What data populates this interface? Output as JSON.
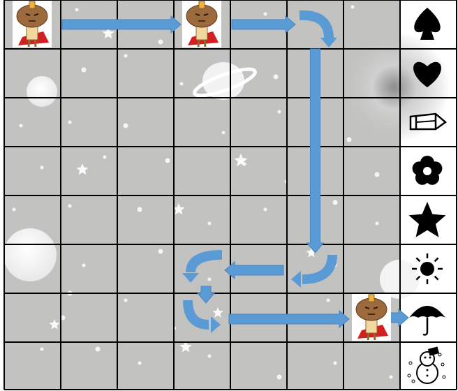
{
  "board": {
    "rows": 8,
    "columns": 8,
    "background_color": "#c2c2c0",
    "grid_line_color": "#000000",
    "arrow_color": "#5b9bd5"
  },
  "hero": {
    "icon": "superhero-character-icon",
    "visible_positions": [
      {
        "row": 0,
        "col": 0
      },
      {
        "row": 0,
        "col": 3
      },
      {
        "row": 6,
        "col": 6
      }
    ]
  },
  "path_moves": [
    {
      "type": "straight",
      "from": {
        "row": 0,
        "col": 0
      },
      "to": {
        "row": 0,
        "col": 3
      }
    },
    {
      "type": "straight",
      "from": {
        "row": 0,
        "col": 3
      },
      "to": {
        "row": 0,
        "col": 5
      }
    },
    {
      "type": "turn",
      "at": {
        "row": 0,
        "col": 5
      },
      "heading": "right-then-down"
    },
    {
      "type": "straight",
      "from": {
        "row": 1,
        "col": 5
      },
      "to": {
        "row": 4,
        "col": 5
      }
    },
    {
      "type": "turn",
      "at": {
        "row": 5,
        "col": 5
      },
      "heading": "down-then-left"
    },
    {
      "type": "straight",
      "from": {
        "row": 5,
        "col": 5
      },
      "to": {
        "row": 5,
        "col": 4
      }
    },
    {
      "type": "turn",
      "at": {
        "row": 5,
        "col": 3
      },
      "heading": "left-then-down"
    },
    {
      "type": "straight",
      "from": {
        "row": 5,
        "col": 3
      },
      "to": {
        "row": 6,
        "col": 3
      }
    },
    {
      "type": "turn",
      "at": {
        "row": 6,
        "col": 3
      },
      "heading": "down-then-right"
    },
    {
      "type": "straight",
      "from": {
        "row": 6,
        "col": 4
      },
      "to": {
        "row": 6,
        "col": 6
      }
    },
    {
      "type": "straight",
      "from": {
        "row": 6,
        "col": 6
      },
      "to": {
        "row": 6,
        "col": 7
      }
    }
  ],
  "symbols_column": [
    {
      "row": 0,
      "icon": "spade-icon"
    },
    {
      "row": 1,
      "icon": "heart-icon"
    },
    {
      "row": 2,
      "icon": "pencil-icon"
    },
    {
      "row": 3,
      "icon": "flower-icon"
    },
    {
      "row": 4,
      "icon": "star-icon"
    },
    {
      "row": 5,
      "icon": "sun-icon"
    },
    {
      "row": 6,
      "icon": "umbrella-icon"
    },
    {
      "row": 7,
      "icon": "snowman-icon"
    }
  ]
}
